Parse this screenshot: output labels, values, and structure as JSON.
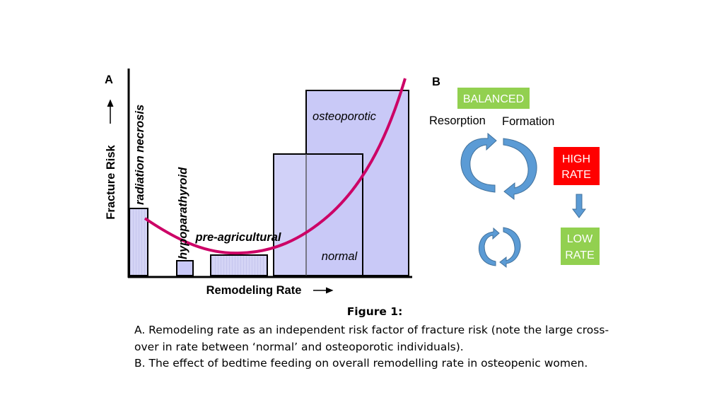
{
  "panel_a": {
    "label": "A",
    "y_axis_label": "Fracture Risk",
    "x_axis_label": "Remodeling Rate",
    "bars": {
      "radiation_necrosis": "radiation necrosis",
      "hypoparathyroid": "hypoparathyroid",
      "pre_agricultural": "pre-agricultural",
      "normal": "normal",
      "osteoporotic": "osteoporotic"
    },
    "colors": {
      "bar_fill": "#c9c9f7",
      "curve": "#cc0066"
    }
  },
  "panel_b": {
    "label": "B",
    "balanced": "BALANCED",
    "resorption": "Resorption",
    "formation": "Formation",
    "high_rate": [
      "HIGH",
      "RATE"
    ],
    "low_rate": [
      "LOW",
      "RATE"
    ],
    "colors": {
      "green": "#92d050",
      "red": "#ff0000",
      "arrow": "#5b9bd5"
    }
  },
  "caption": {
    "title": "Figure 1:",
    "lines": [
      "A. Remodeling rate as an independent risk factor of fracture risk (note the  large cross-",
      "over in rate between ‘normal’ and osteoporotic individuals).",
      "B. The effect of bedtime feeding on overall remodelling rate in osteopenic women."
    ]
  }
}
